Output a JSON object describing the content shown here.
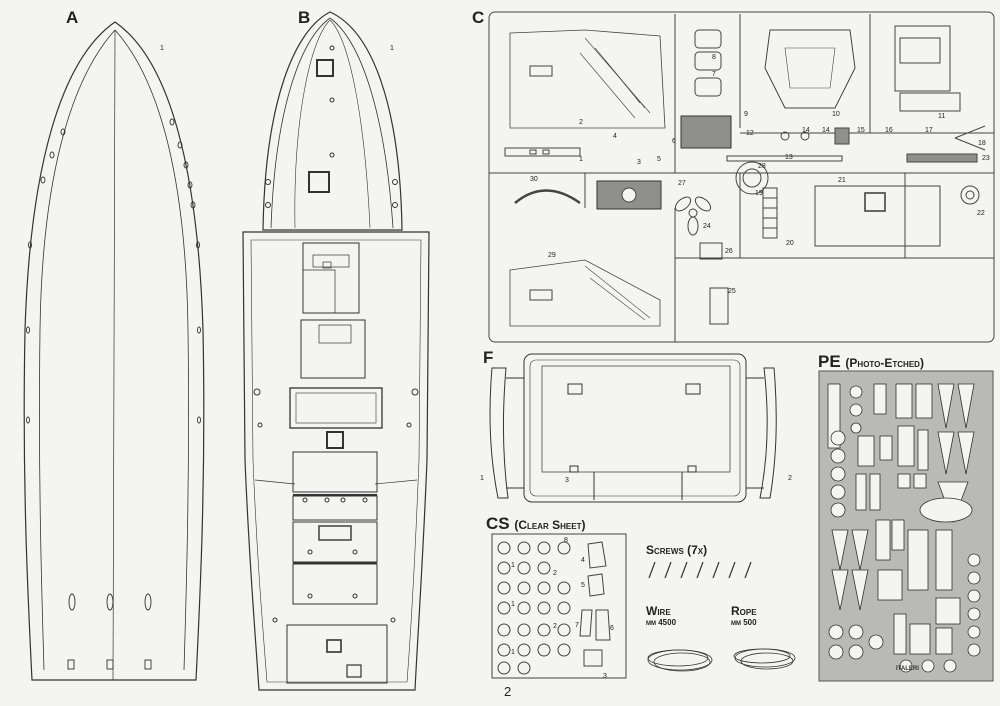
{
  "sections": {
    "a": {
      "letter": "A",
      "part": "1"
    },
    "b": {
      "letter": "B",
      "part": "1"
    },
    "c": {
      "letter": "C"
    },
    "f": {
      "letter": "F",
      "parts": [
        "1",
        "2",
        "3"
      ]
    },
    "cs": {
      "letter": "CS",
      "name": "Clear Sheet"
    },
    "pe": {
      "letter": "PE",
      "name": "Photo-Etched"
    }
  },
  "c_parts": [
    "1",
    "2",
    "3",
    "4",
    "5",
    "6",
    "7",
    "8",
    "9",
    "10",
    "11",
    "12",
    "13",
    "14",
    "14",
    "15",
    "16",
    "17",
    "18",
    "19",
    "20",
    "21",
    "22",
    "23",
    "24",
    "25",
    "26",
    "27",
    "28",
    "29",
    "30"
  ],
  "cs_parts": [
    "1",
    "1",
    "1",
    "2",
    "2",
    "3",
    "4",
    "5",
    "6",
    "7",
    "8"
  ],
  "extras": {
    "screws": "Screws (7x)",
    "wire": {
      "label": "Wire",
      "length": "mm 4500"
    },
    "rope": {
      "label": "Rope",
      "length": "mm 500"
    }
  },
  "brand": "ITALERI",
  "page_number": "2",
  "colors": {
    "line": "#333333",
    "paper": "#f4f4f2",
    "pe_fill": "#b9b9b6",
    "gray_part": "#8f8f8c"
  }
}
